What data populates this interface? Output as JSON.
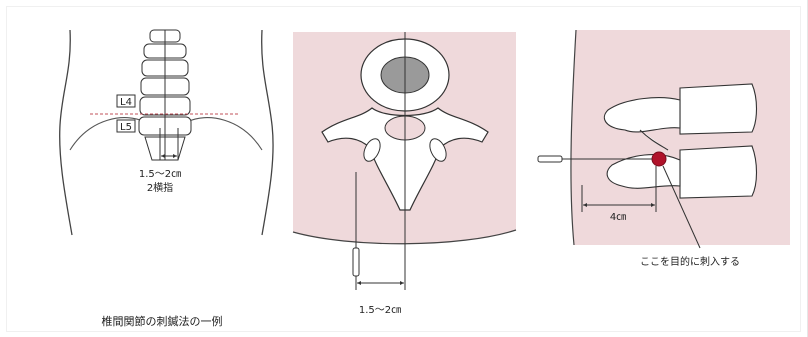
{
  "figure": {
    "caption": "椎間関節の刺鍼法の一例",
    "panel_back": {
      "vertebra_labels": [
        "L4",
        "L5"
      ],
      "distance": "1.5～2㎝",
      "distance_sub": "2横指"
    },
    "panel_cross_section": {
      "distance": "1.5～2㎝"
    },
    "panel_lateral": {
      "distance": "4㎝",
      "target_note": "ここを目的に刺入する"
    },
    "colors": {
      "skin": "#efd9db",
      "target": "#b0122a",
      "line": "#333333",
      "guide": "#c0505a"
    }
  }
}
